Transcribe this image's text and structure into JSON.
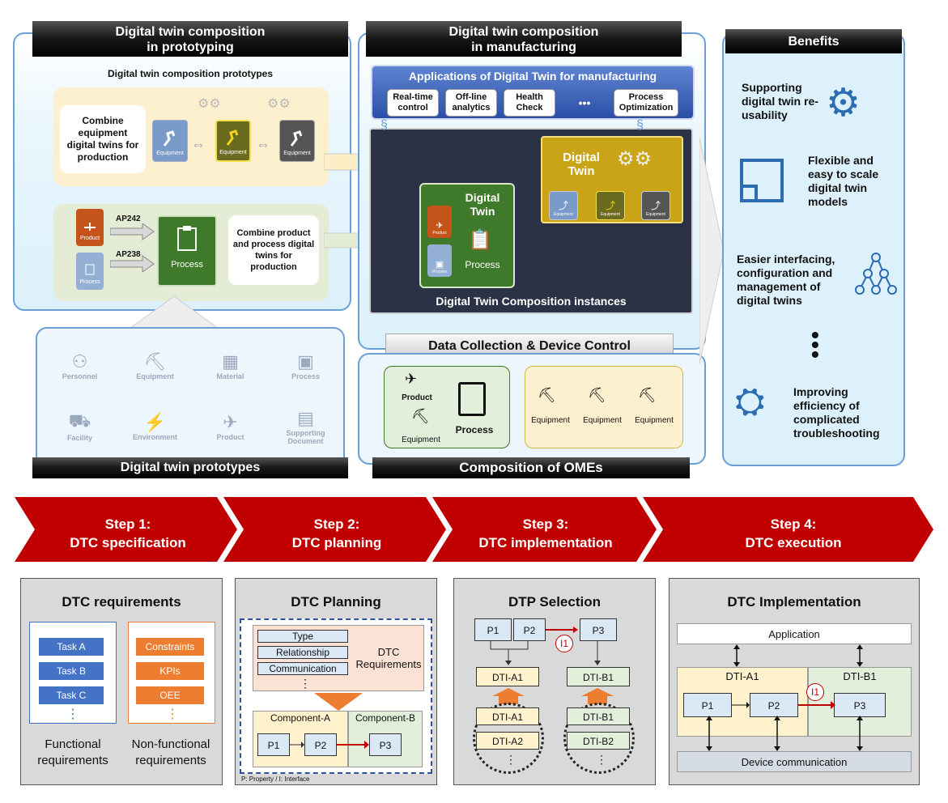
{
  "proto": {
    "header": "Digital twin composition\nin prototyping",
    "subtitle": "Digital twin composition prototypes",
    "combine_equipment": "Combine equipment digital twins for production",
    "equipment_label": "Equipment",
    "ap242": "AP242",
    "ap238": "AP238",
    "product_label": "Product",
    "process_label": "Process",
    "process_big": "Process",
    "combine_product": "Combine product and process digital twins for production"
  },
  "prototypes": {
    "footer": "Digital twin prototypes",
    "items": [
      "Personnel",
      "Equipment",
      "Material",
      "Process",
      "Facility",
      "Environment",
      "Product",
      "Supporting Document"
    ]
  },
  "manufacturing": {
    "header": "Digital twin composition\nin manufacturing",
    "apps_title": "Applications of Digital Twin for manufacturing",
    "apps": [
      "Real-time control",
      "Off-line analytics",
      "Health Check",
      "•••",
      "Process Optimization"
    ],
    "digital_twin": "Digital Twin",
    "process": "Process",
    "product": "Product",
    "instances": "Digital Twin Composition instances",
    "data_collection": "Data Collection & Device Control",
    "ome_footer": "Composition of OMEs",
    "ome_left": [
      "Product",
      "Equipment",
      "Process"
    ],
    "ome_right": [
      "Equipment",
      "Equipment",
      "Equipment"
    ],
    "eq_small": "Equipment"
  },
  "benefits": {
    "header": "Benefits",
    "items": [
      "Supporting digital twin re-usability",
      "Flexible and easy to scale digital twin models",
      "Easier interfacing, configuration and management of digital twins",
      "Improving efficiency of complicated troubleshooting"
    ],
    "icons": [
      "gear-cycle-icon",
      "expand-icon",
      "network-icon",
      "worker-gear-icon"
    ]
  },
  "steps": [
    {
      "title": "Step 1:",
      "name": "DTC specification"
    },
    {
      "title": "Step 2:",
      "name": "DTC planning"
    },
    {
      "title": "Step 3:",
      "name": "DTC implementation"
    },
    {
      "title": "Step 4:",
      "name": "DTC execution"
    }
  ],
  "requirements": {
    "title": "DTC requirements",
    "functional": [
      "Task A",
      "Task B",
      "Task C",
      "⋮"
    ],
    "nonfunctional": [
      "Constraints",
      "KPIs",
      "OEE",
      "⋮"
    ],
    "functional_label": "Functional requirements",
    "nonfunctional_label": "Non-functional requirements"
  },
  "planning": {
    "title": "DTC Planning",
    "items": [
      "Type",
      "Relationship",
      "Communication",
      "⋮"
    ],
    "dtc_req": "DTC Requirements",
    "component_a": "Component-A",
    "component_b": "Component-B",
    "p1": "P1",
    "p2": "P2",
    "p3": "P3",
    "legend": "P: Property / I: Interface"
  },
  "selection": {
    "title": "DTP Selection",
    "p1": "P1",
    "p2": "P2",
    "p3": "P3",
    "i1": "I1",
    "dti_a1": "DTI-A1",
    "dti_b1": "DTI-B1",
    "dti_a2": "DTI-A2",
    "dti_b2": "DTI-B2",
    "dots": "⋮"
  },
  "implementation": {
    "title": "DTC Implementation",
    "application": "Application",
    "dti_a1": "DTI-A1",
    "dti_b1": "DTI-B1",
    "p1": "P1",
    "p2": "P2",
    "p3": "P3",
    "i1": "I1",
    "device_comm": "Device communication"
  },
  "colors": {
    "step_red": "#c00000",
    "dark_panel": "#2b3246",
    "gold": "#c8a416",
    "green": "#3e7a2a",
    "app_blue": "#3f66b8"
  }
}
